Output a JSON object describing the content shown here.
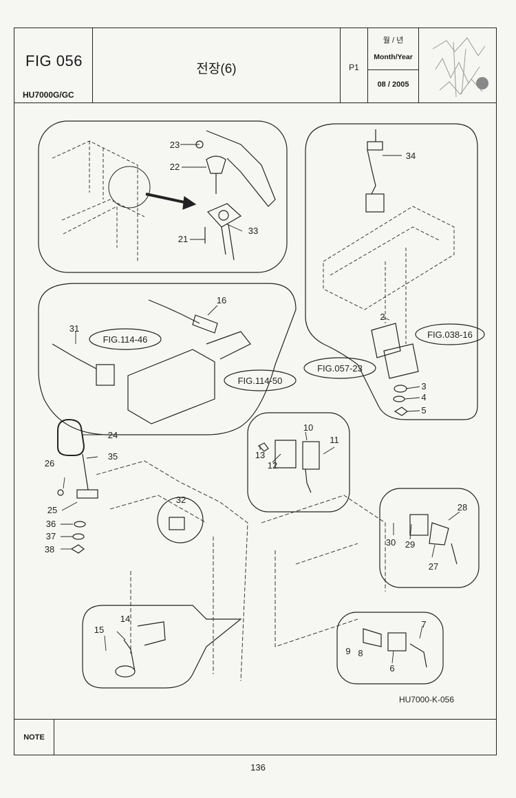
{
  "header": {
    "fig_number": "FIG 056",
    "model": "HU7000G/GC",
    "title": "전장(6)",
    "page": "P1",
    "month_year_korean": "월 / 년",
    "month_year_label": "Month/Year",
    "date": "08 / 2005"
  },
  "diagram": {
    "part_numbers": [
      "2",
      "3",
      "4",
      "5",
      "6",
      "7",
      "8",
      "9",
      "10",
      "11",
      "12",
      "13",
      "14",
      "15",
      "16",
      "21",
      "22",
      "23",
      "24",
      "25",
      "26",
      "27",
      "28",
      "29",
      "30",
      "31",
      "32",
      "33",
      "34",
      "35",
      "36",
      "37",
      "38"
    ],
    "references": [
      "FIG.114-46",
      "FIG.114-50",
      "FIG.057-23",
      "FIG.038-16"
    ],
    "drawing_code": "HU7000-K-056"
  },
  "note": {
    "label": "NOTE",
    "text": ""
  },
  "footer": {
    "page_number": "136"
  },
  "colors": {
    "line": "#222222",
    "paper": "#f6f6f3"
  }
}
